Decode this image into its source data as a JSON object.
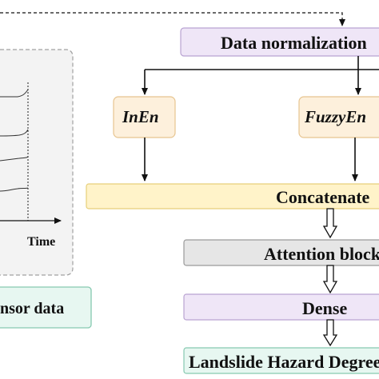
{
  "nodes": {
    "data_normalization": "Data normalization",
    "inen": "InEn",
    "fuzzyen": "FuzzyEn",
    "concatenate": "Concatenate",
    "attention_block": "Attention block",
    "dense": "Dense",
    "landslide_hazard_degree": "Landslide Hazard Degree",
    "sensor_data": "Sensor data"
  },
  "plot": {
    "x_axis_label": "Time"
  },
  "colors": {
    "lavender_fill": "#efe6f7",
    "lavender_stroke": "#b9a3d2",
    "peach_fill": "#fdf0dc",
    "peach_stroke": "#e7c48f",
    "yellow_fill": "#fff3c9",
    "yellow_stroke": "#e6cf7a",
    "gray_fill": "#e6e6e6",
    "gray_stroke": "#9a9a9a",
    "mint_fill": "#e7f7f1",
    "mint_stroke": "#86c9b0",
    "text": "#111111"
  }
}
